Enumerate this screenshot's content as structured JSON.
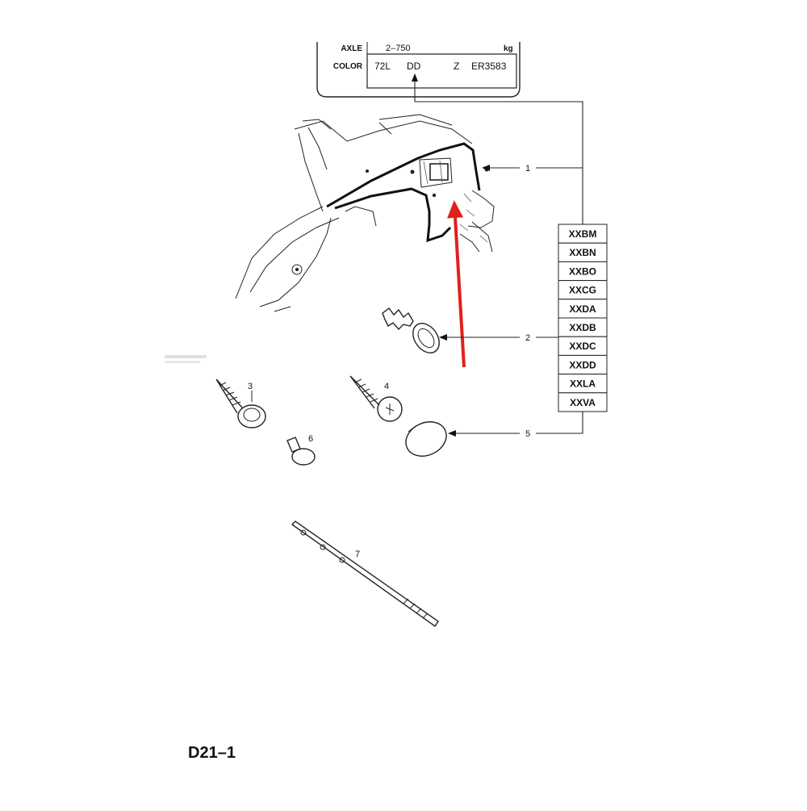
{
  "label_plate": {
    "axle_label": "AXLE",
    "axle_value": "2–750",
    "axle_unit": "kg",
    "color_label": "COLOR",
    "color_codes": [
      "72L",
      "DD",
      "Z",
      "ER3583"
    ]
  },
  "callouts": [
    "1",
    "2",
    "3",
    "4",
    "5",
    "6",
    "7"
  ],
  "option_codes": [
    "XXBM",
    "XXBN",
    "XXBO",
    "XXCG",
    "XXDA",
    "XXDB",
    "XXDC",
    "XXDD",
    "XXLA",
    "XXVA"
  ],
  "figure_id": "D21–1",
  "watermark": "",
  "colors": {
    "line": "#222222",
    "highlight_arrow": "#e0201b",
    "background": "#ffffff"
  }
}
